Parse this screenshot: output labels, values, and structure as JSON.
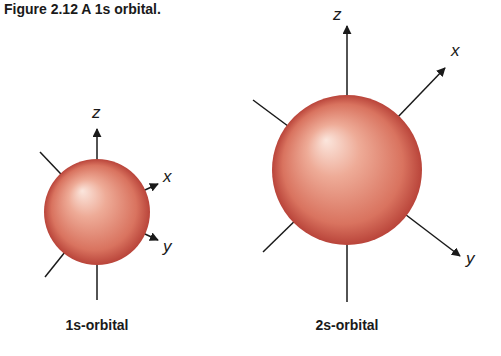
{
  "diagram": {
    "title": "Figure 2.12 A 1s orbital.",
    "labels": [
      "z",
      "x",
      "y",
      "1s-orbital",
      "z",
      "x",
      "y",
      "2s-orbital"
    ]
  }
}
